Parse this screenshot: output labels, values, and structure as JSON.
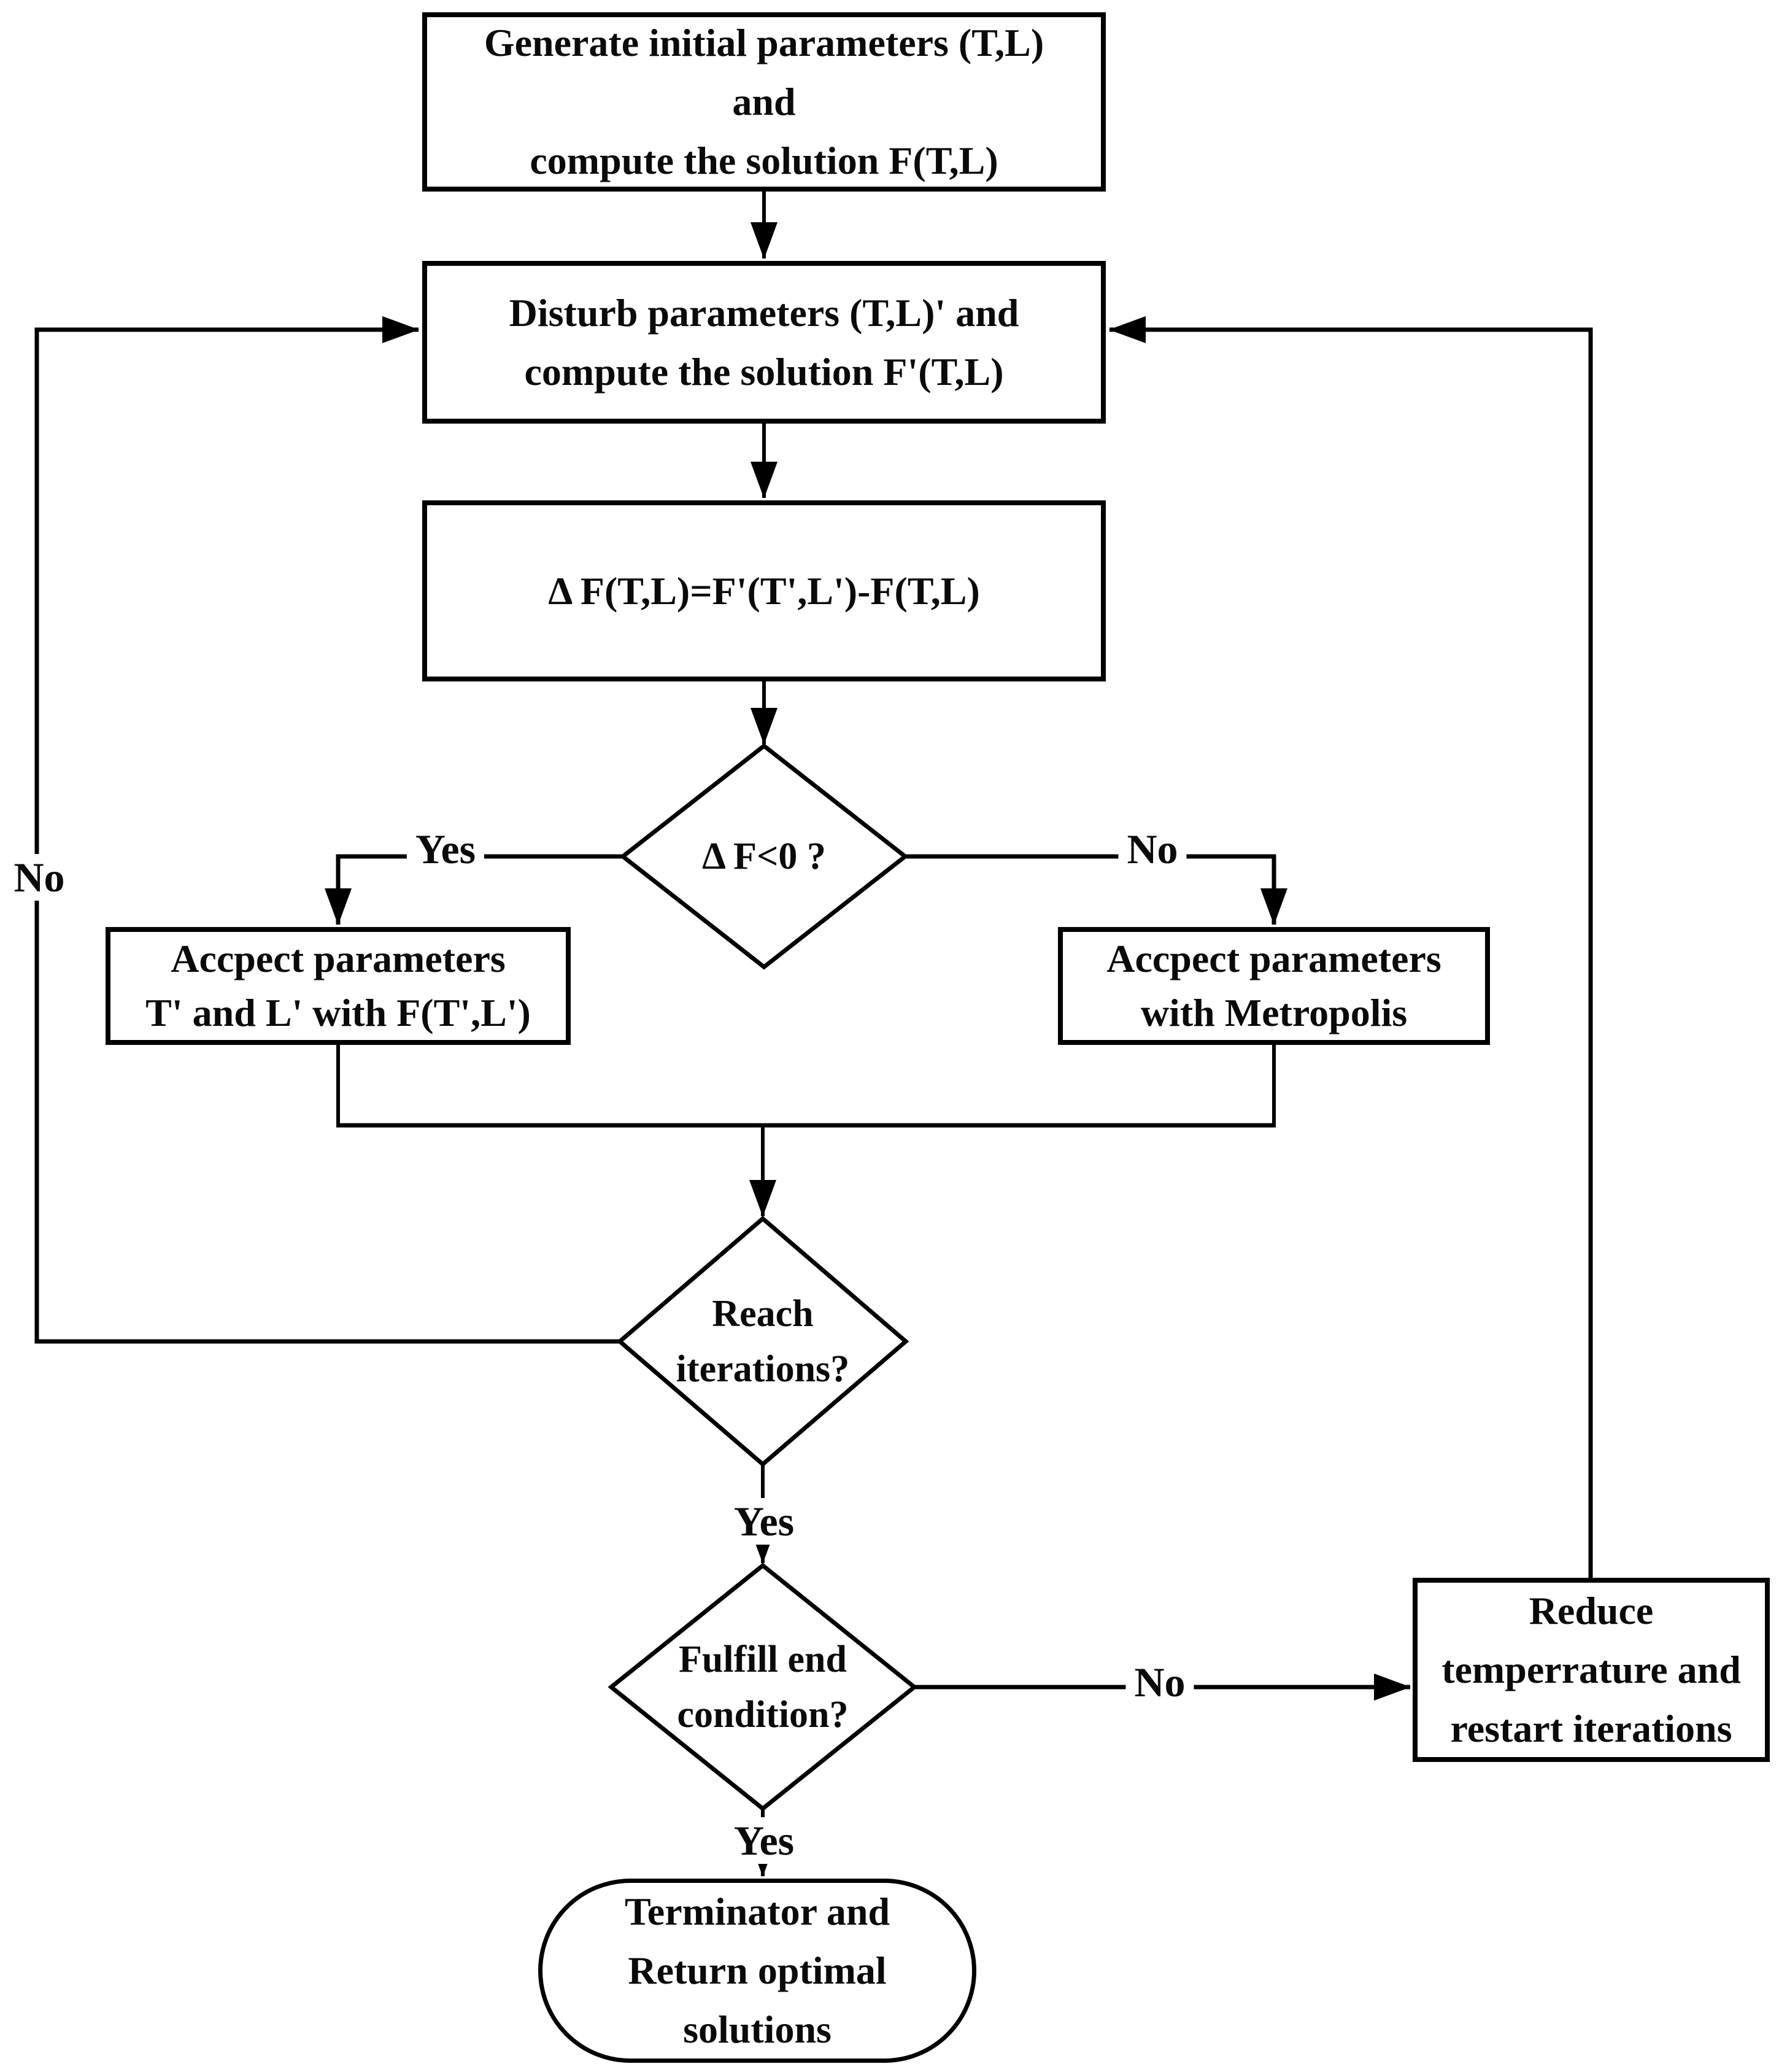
{
  "flowchart": {
    "title": "Simulated annealing optimization flowchart",
    "nodes": {
      "generate": {
        "label": "Generate initial parameters (T,L)\nand\ncompute the solution F(T,L)"
      },
      "disturb": {
        "label": "Disturb parameters (T,L)' and\ncompute the solution F'(T,L)"
      },
      "delta": {
        "label": "Δ F(T,L)=F'(T',L')-F(T,L)"
      },
      "decision_delta": {
        "label": "Δ F<0 ?"
      },
      "accept_direct": {
        "label": "Accpect parameters\nT' and L' with F(T',L')"
      },
      "accept_metropolis": {
        "label": "Accpect parameters\nwith Metropolis"
      },
      "decision_iterations": {
        "label": "Reach\niterations?"
      },
      "decision_end": {
        "label": "Fulfill end\ncondition?"
      },
      "reduce": {
        "label": "Reduce\ntemperrature and\nrestart iterations"
      },
      "terminator": {
        "label": "Terminator and\nReturn optimal\nsolutions"
      }
    },
    "edge_labels": {
      "yes_delta": "Yes",
      "no_delta": "No",
      "no_iterations": "No",
      "yes_iterations": "Yes",
      "no_end": "No",
      "yes_end": "Yes"
    },
    "colors": {
      "line": "#000000",
      "background": "#ffffff",
      "text": "#0a0a0a"
    }
  }
}
